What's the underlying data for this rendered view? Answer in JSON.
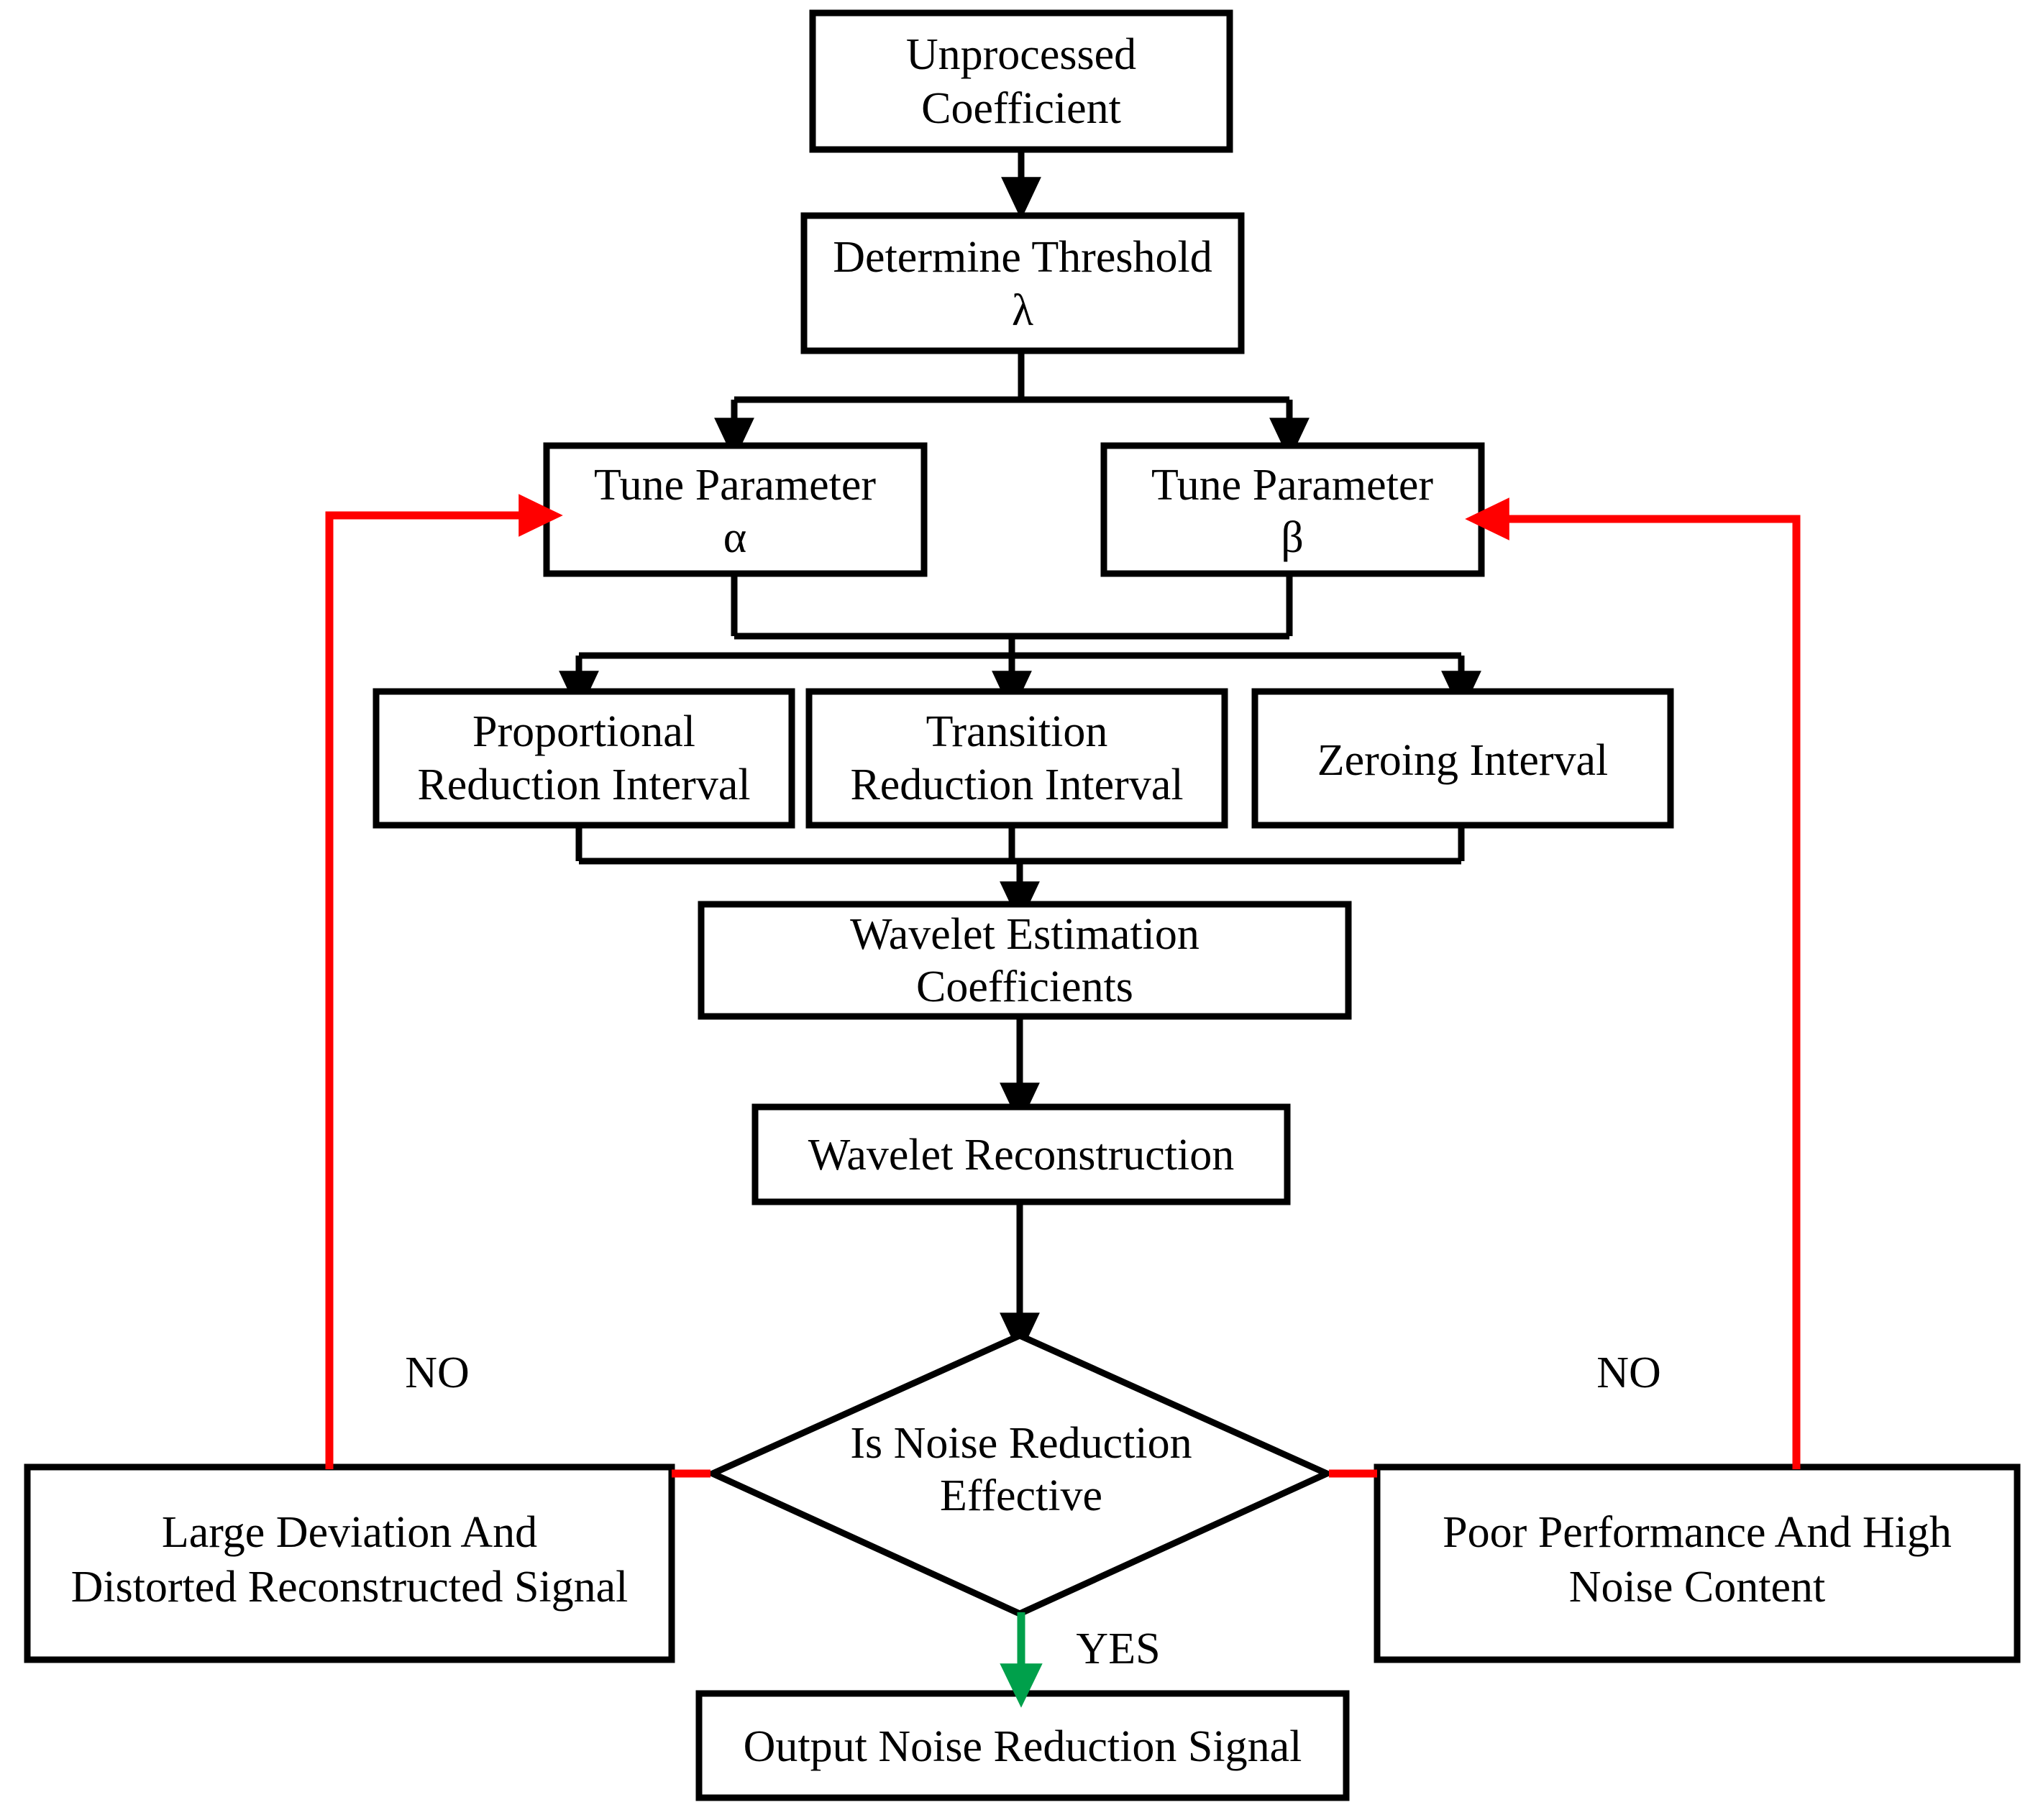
{
  "diagram": {
    "title": "Wavelet Threshold Denoising Flowchart",
    "colors": {
      "stroke": "#000000",
      "background": "#ffffff",
      "no_branch": "#ff0000",
      "yes_branch": "#00a04b"
    },
    "nodes": {
      "unprocessed_coefficient": {
        "line1": "Unprocessed",
        "line2": "Coefficient",
        "shape": "rectangle"
      },
      "determine_threshold": {
        "line1": "Determine Threshold",
        "line2": "λ",
        "shape": "rectangle"
      },
      "tune_parameter_alpha": {
        "line1": "Tune Parameter",
        "line2": "α",
        "shape": "rectangle"
      },
      "tune_parameter_beta": {
        "line1": "Tune Parameter",
        "line2": "β",
        "shape": "rectangle"
      },
      "proportional_reduction_interval": {
        "line1": "Proportional",
        "line2": "Reduction Interval",
        "shape": "rectangle"
      },
      "transition_reduction_interval": {
        "line1": "Transition",
        "line2": "Reduction Interval",
        "shape": "rectangle"
      },
      "zeroing_interval": {
        "line1": "Zeroing Interval",
        "line2": "",
        "shape": "rectangle"
      },
      "wavelet_estimation_coefficients": {
        "line1": "Wavelet Estimation",
        "line2": "Coefficients",
        "shape": "rectangle"
      },
      "wavelet_reconstruction": {
        "line1": "Wavelet Reconstruction",
        "line2": "",
        "shape": "rectangle"
      },
      "decision_noise_reduction": {
        "line1": "Is Noise Reduction",
        "line2": "Effective",
        "shape": "diamond"
      },
      "large_deviation": {
        "line1": "Large Deviation And",
        "line2": "Distorted Reconstructed Signal",
        "shape": "rectangle"
      },
      "poor_performance": {
        "line1": "Poor Performance And High",
        "line2": "Noise Content",
        "shape": "rectangle"
      },
      "output_signal": {
        "line1": "Output Noise Reduction Signal",
        "line2": "",
        "shape": "rectangle"
      }
    },
    "edge_labels": {
      "no_left": "NO",
      "no_right": "NO",
      "yes": "YES"
    }
  }
}
